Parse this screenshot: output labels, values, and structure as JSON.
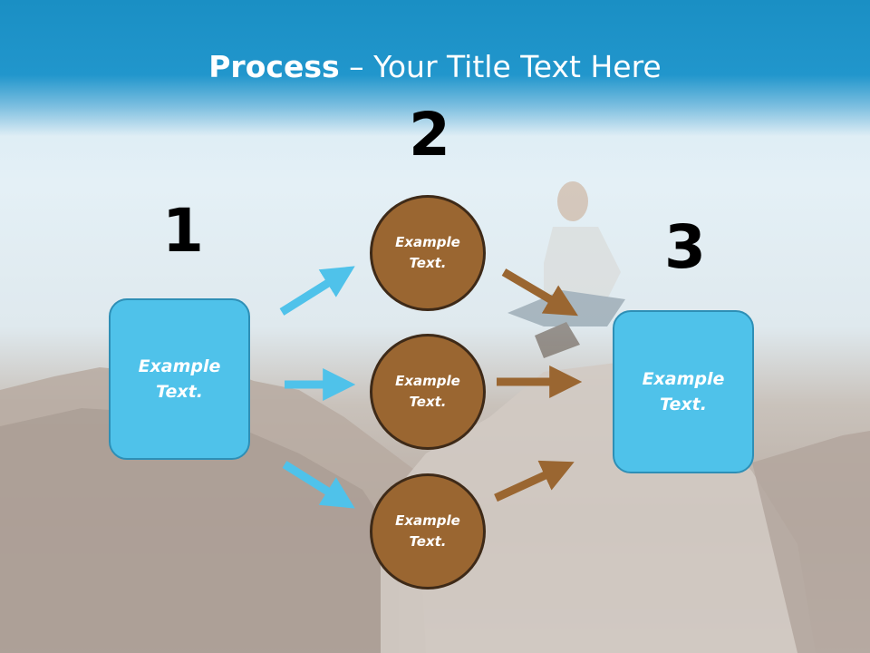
{
  "title": {
    "bold": "Process",
    "rest": " – Your Title Text Here"
  },
  "steps": [
    {
      "number": "1",
      "text": "Example\nText."
    },
    {
      "number": "2",
      "items": [
        {
          "text": "Example\nText."
        },
        {
          "text": "Example\nText."
        },
        {
          "text": "Example\nText."
        }
      ]
    },
    {
      "number": "3",
      "text": "Example\nText."
    }
  ],
  "colors": {
    "box": "#4fc2ea",
    "circle": "#9a6631",
    "blue_arrow": "#4fc2ea",
    "brown_arrow": "#9a6631",
    "header": "#1a8fc4"
  }
}
